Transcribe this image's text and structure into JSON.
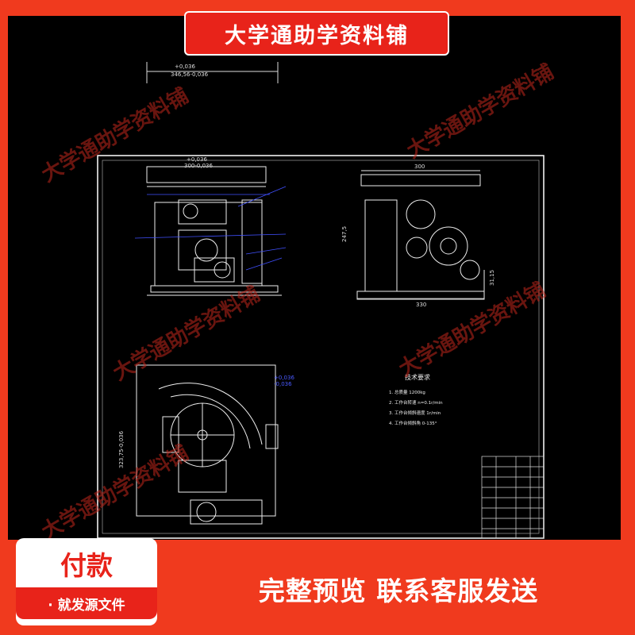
{
  "banner": {
    "title": "大学通助学资料铺"
  },
  "watermarks": [
    "大学通助学资料铺",
    "大学通助学资料铺",
    "大学通助学资料铺",
    "大学通助学资料铺",
    "大学通助学资料铺"
  ],
  "drawing": {
    "dims": {
      "top_tol": "+0,036",
      "top_size": "346,56-0,036",
      "front_tol": "+0,036",
      "front_size": "300-0,036",
      "side_width": "300",
      "side_height": "247,5",
      "side_base": "330",
      "side_small": "31,15",
      "plan_tol1": "+0,036",
      "plan_tol2": "-0,036",
      "plan_left": "323,75-0,036"
    },
    "notes_title": "技术要求",
    "notes": [
      "1. 总质量 1200kg",
      "2. 工作台转速 n=0.1r/min",
      "3. 工作台倾斜速度 1r/min",
      "4. 工作台倾斜角 0-135°"
    ]
  },
  "bottom": {
    "pay_title": "付款",
    "pay_sub": "· 就发源文件",
    "preview_text": "完整预览  联系客服发送"
  },
  "colors": {
    "accent": "#e8231a",
    "background": "#f03a1e",
    "drawing_bg": "#000000"
  }
}
